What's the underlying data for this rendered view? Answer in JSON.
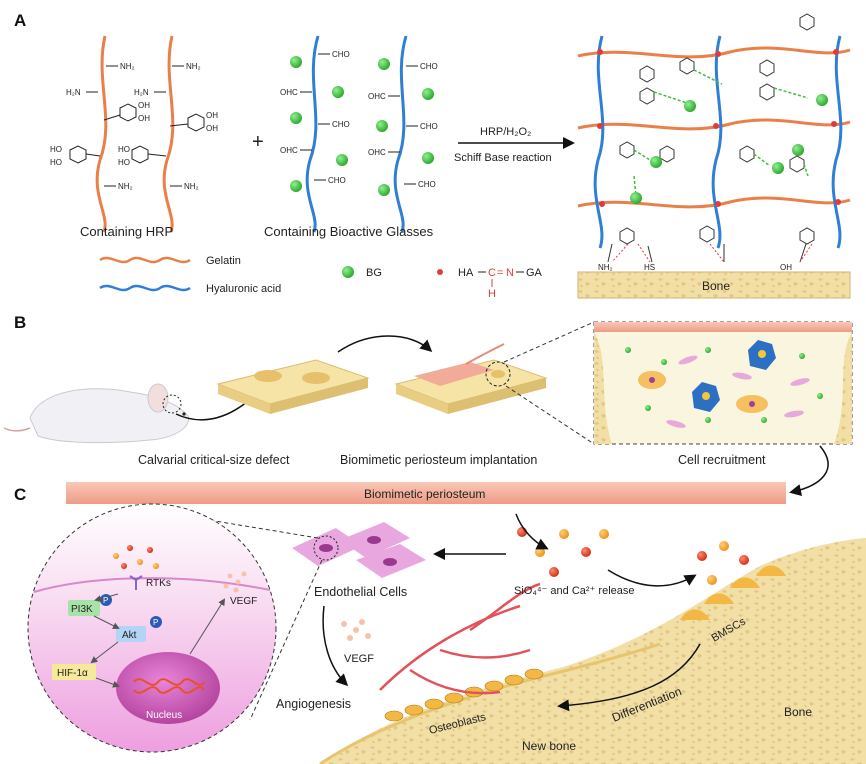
{
  "panels": {
    "a": "A",
    "b": "B",
    "c": "C"
  },
  "section_a": {
    "amine_group": "NH₂",
    "amine_group_left": "H₂N",
    "aldehyde_group": "CHO",
    "aldehyde_group_left": "OHC",
    "hydroxyl_group": "OH",
    "hydroxyl_group_left": "HO",
    "plus": "+",
    "reaction_line1": "HRP/H₂O₂",
    "reaction_line2": "Schiff Base reaction",
    "caption_hrp": "Containing HRP",
    "caption_bg": "Containing Bioactive Glasses",
    "legend": {
      "gelatin": "Gelatin",
      "hyaluronic": "Hyaluronic acid",
      "bg": "BG",
      "schiff_left": "HA",
      "schiff_c": "C",
      "schiff_eq": "=",
      "schiff_n": "N",
      "schiff_right": "GA",
      "schiff_h": "H"
    },
    "bone_label": "Bone",
    "bond_labels": [
      "NH₂",
      "HS",
      "OH"
    ]
  },
  "section_b": {
    "caption_defect": "Calvarial critical-size defect",
    "caption_implant": "Biomimetic periosteum implantation",
    "caption_recruit": "Cell recruitment"
  },
  "section_c": {
    "periosteum_band": "Biomimetic periosteum",
    "ion_release": "SiO₄⁴⁻ and Ca²⁺ release",
    "endothelial": "Endothelial Cells",
    "vegf_mid": "VEGF",
    "angiogenesis": "Angiogenesis",
    "osteoblasts": "Osteoblasts",
    "new_bone": "New bone",
    "differentiation": "Differentiation",
    "bmscs": "BMSCs",
    "bone": "Bone",
    "inset": {
      "rtks": "RTKs",
      "pi3k": "PI3K",
      "akt": "Akt",
      "hif": "HIF-1α",
      "nucleus": "Nucleus",
      "vegf": "VEGF",
      "p": "P"
    }
  },
  "colors": {
    "gelatin": "#e9804a",
    "hyaluronic": "#2f7fd6",
    "bg": "#3cbf3c",
    "schiff": "#e03b3b",
    "bone": "#f2dfa6",
    "periosteum": "#f4b3a0",
    "inset_pink": "#f6c8ec"
  }
}
